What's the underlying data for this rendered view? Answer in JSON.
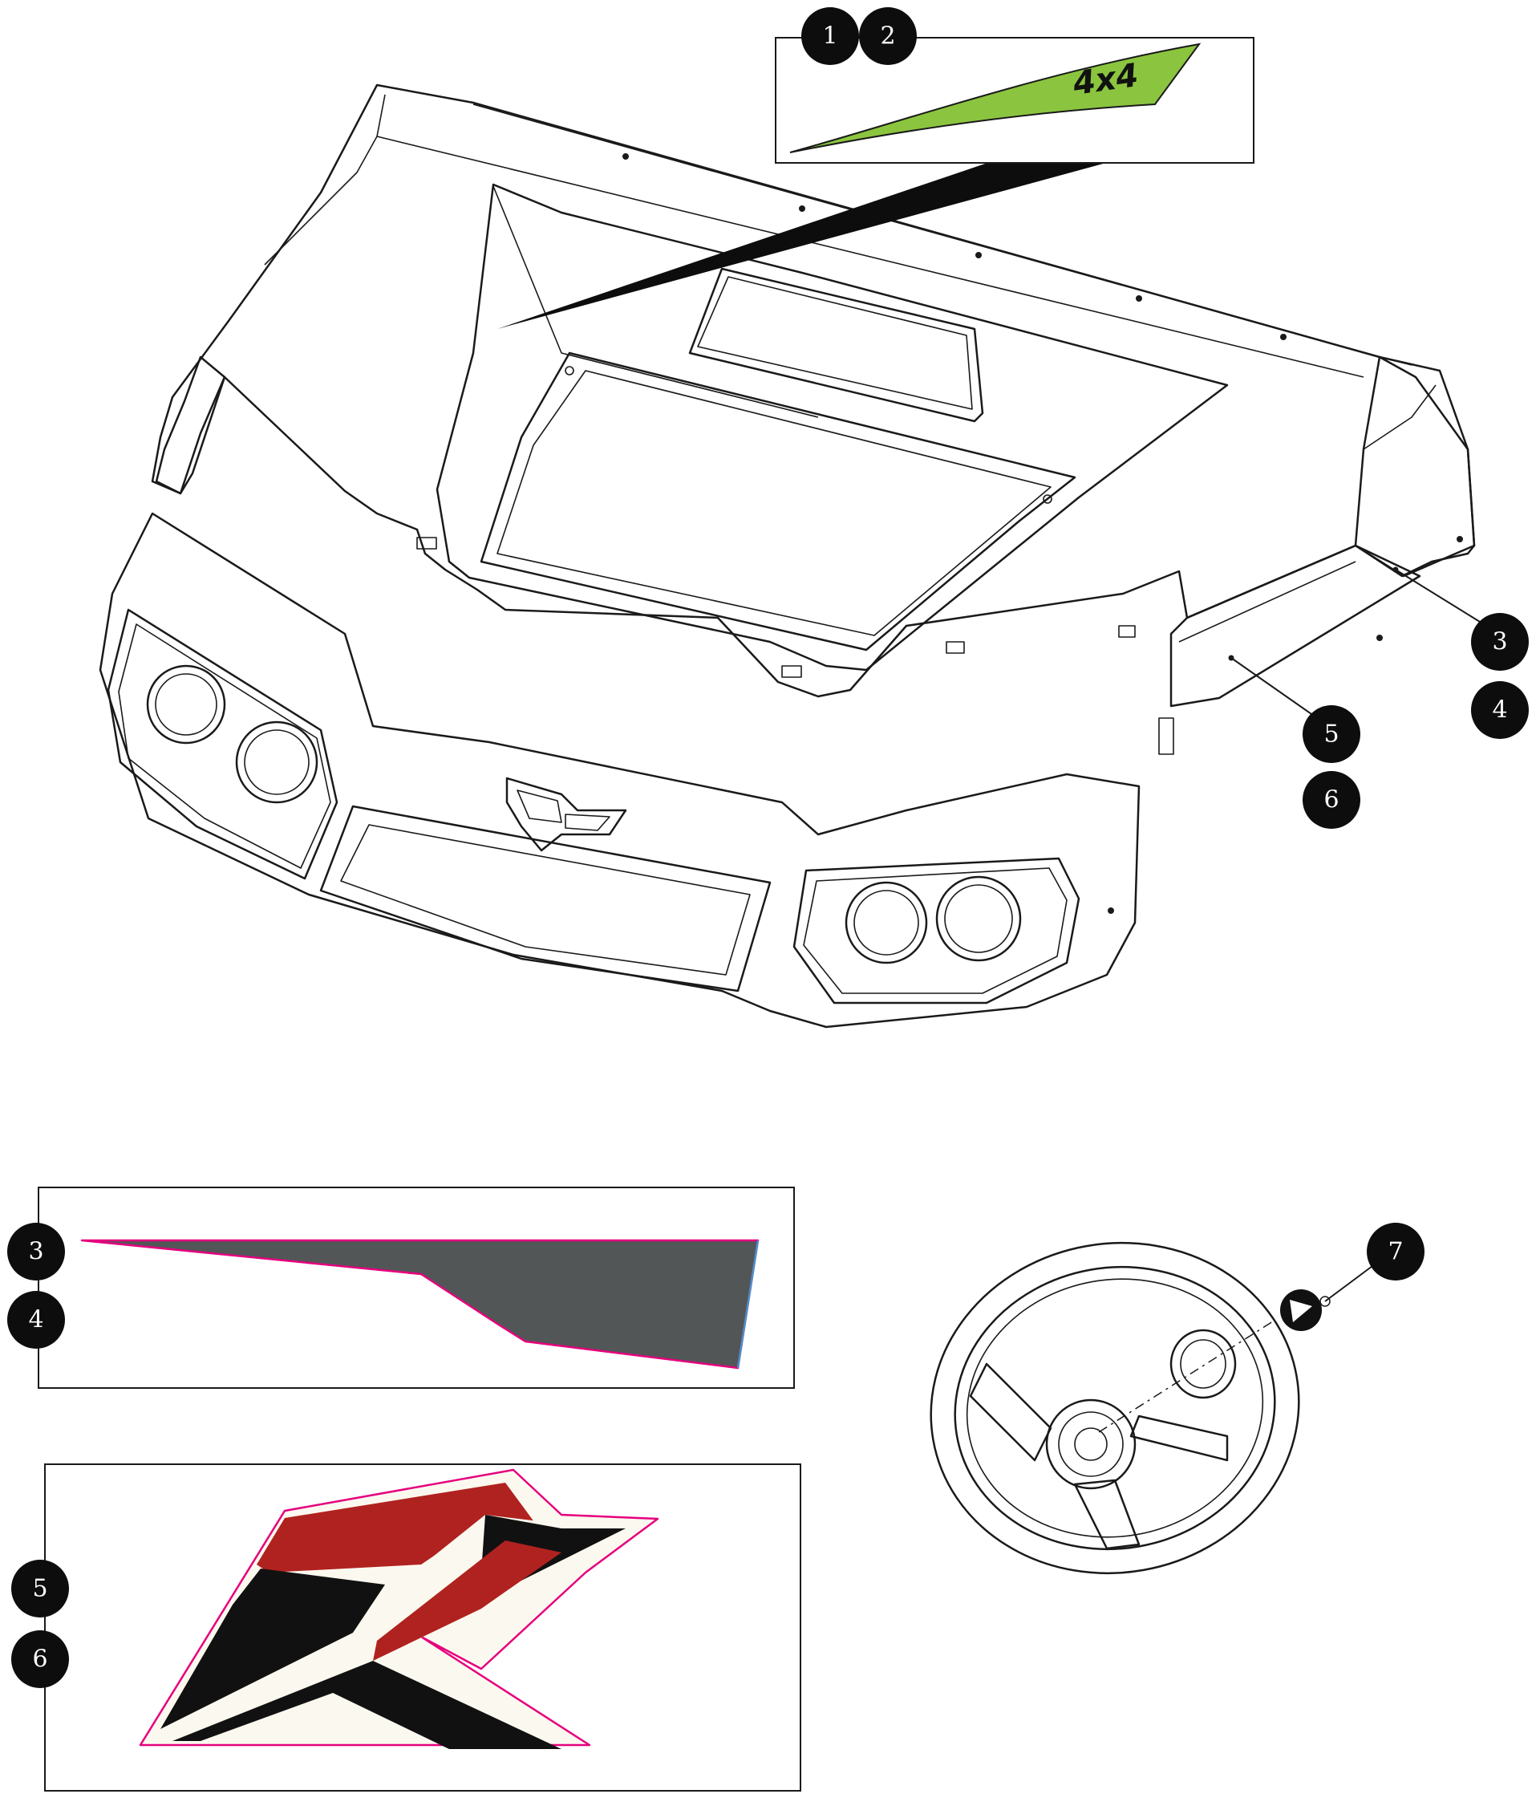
{
  "callouts": {
    "c1": "1",
    "c2": "2",
    "c3a": "3",
    "c4a": "4",
    "c5a": "5",
    "c6a": "6",
    "c3b": "3",
    "c4b": "4",
    "c5b": "5",
    "c6b": "6",
    "c7": "7"
  },
  "decals": {
    "four_by_four_text": "4x4"
  },
  "colors": {
    "callout_fill": "#0d0d0d",
    "decal_green": "#8bc53f",
    "decal_gray": "#525657",
    "decal_red": "#b0221f",
    "decal_black": "#111111",
    "decal_cream": "#fbf9ef",
    "cut_line_pink": "#e6007e",
    "cut_line_blue": "#4a90c8"
  }
}
